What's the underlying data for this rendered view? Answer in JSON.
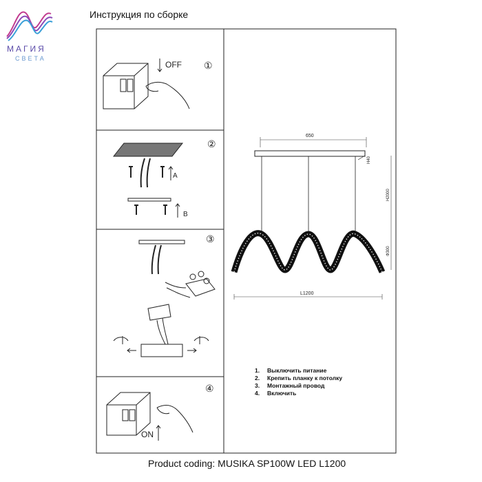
{
  "header": {
    "title": "Инструкция по сборке"
  },
  "logo": {
    "word": "МАГИЯ",
    "sub": "СВЕТА",
    "colors": [
      "#c23b8f",
      "#6a4fb8",
      "#3aa0d8"
    ]
  },
  "panels": [
    {
      "number": "①",
      "label": "OFF"
    },
    {
      "number": "②",
      "label_a": "A",
      "label_b": "B"
    },
    {
      "number": "③"
    },
    {
      "number": "④",
      "label": "ON"
    }
  ],
  "dimensions": {
    "width_top": "650",
    "height_top": "H40",
    "total_height": "H2000",
    "module_height": "Ф300",
    "length": "L1200"
  },
  "instructions": [
    {
      "num": "1.",
      "text": "Выключить питание"
    },
    {
      "num": "2.",
      "text": "Крепить планку к потолку"
    },
    {
      "num": "3.",
      "text": "Монтажный провод"
    },
    {
      "num": "4.",
      "text": "Включить"
    }
  ],
  "footer": {
    "text": "Product coding: MUSIKA SP100W LED L1200"
  }
}
